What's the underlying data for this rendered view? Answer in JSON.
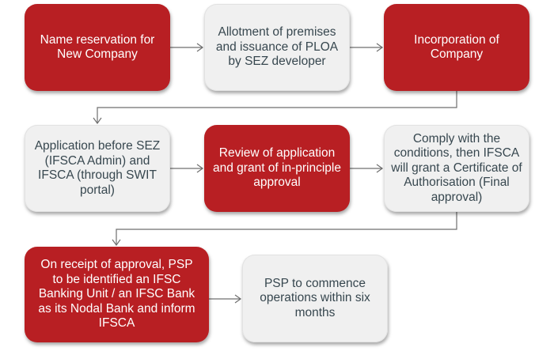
{
  "diagram": {
    "type": "flowchart",
    "colors": {
      "highlight": "#b81f23",
      "neutral": "#f0f0f0",
      "neutral_text": "#37474f"
    },
    "steps": [
      {
        "id": "s1",
        "label": "Name reservation for New Company",
        "style": "highlight"
      },
      {
        "id": "s2",
        "label": "Allotment of premises and issuance of PLOA by SEZ developer",
        "style": "neutral"
      },
      {
        "id": "s3",
        "label": "Incorporation of Company",
        "style": "highlight"
      },
      {
        "id": "s4",
        "label": "Application before SEZ (IFSCA Admin) and IFSCA (through SWIT portal)",
        "style": "neutral"
      },
      {
        "id": "s5",
        "label": "Review of application and grant of in-principle approval",
        "style": "highlight"
      },
      {
        "id": "s6",
        "label": "Comply with the conditions, then IFSCA will grant a Certificate of Authorisation (Final approval)",
        "style": "neutral"
      },
      {
        "id": "s7",
        "label": "On receipt of approval, PSP to be identified an IFSC Banking Unit / an IFSC Bank as its Nodal Bank and inform IFSCA",
        "style": "highlight"
      },
      {
        "id": "s8",
        "label": "PSP to commence operations within six months",
        "style": "neutral"
      }
    ],
    "edges": [
      [
        "s1",
        "s2"
      ],
      [
        "s2",
        "s3"
      ],
      [
        "s3",
        "s4"
      ],
      [
        "s4",
        "s5"
      ],
      [
        "s5",
        "s6"
      ],
      [
        "s6",
        "s7"
      ],
      [
        "s7",
        "s8"
      ]
    ]
  }
}
